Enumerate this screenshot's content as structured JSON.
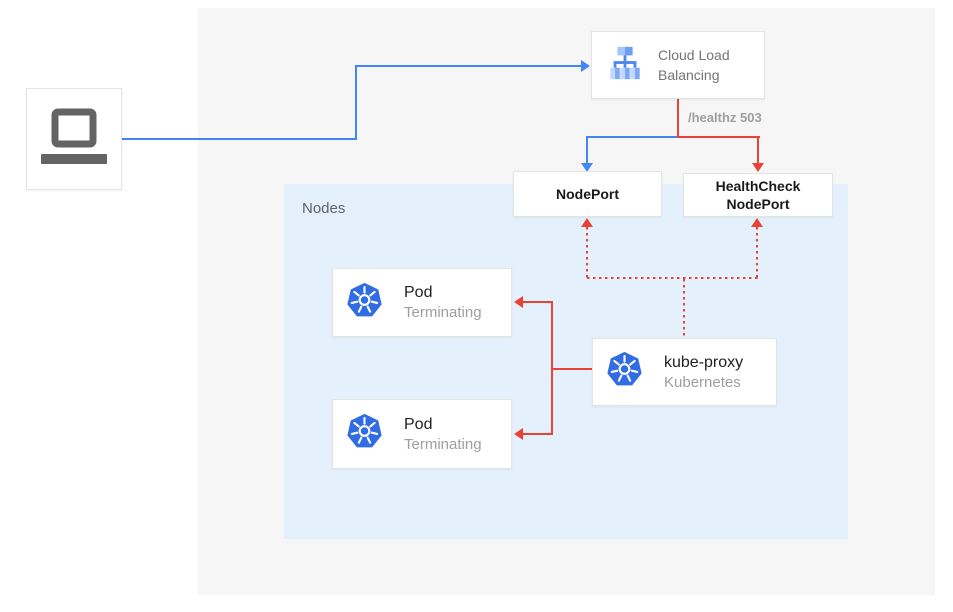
{
  "diagram": {
    "client": {
      "icon": "laptop-icon"
    },
    "cloud_load_balancing": {
      "icon": "cloud-load-balancing-icon",
      "label_line1": "Cloud Load",
      "label_line2": "Balancing"
    },
    "health_check_path_label": "/healthz 503",
    "nodeport": {
      "label": "NodePort"
    },
    "healthcheck_nodeport": {
      "label_line1": "HealthCheck",
      "label_line2": "NodePort"
    },
    "nodes_group": {
      "label": "Nodes"
    },
    "pods": [
      {
        "icon": "kubernetes-icon",
        "title": "Pod",
        "status": "Terminating"
      },
      {
        "icon": "kubernetes-icon",
        "title": "Pod",
        "status": "Terminating"
      }
    ],
    "kube_proxy": {
      "icon": "kubernetes-icon",
      "title": "kube-proxy",
      "subtitle": "Kubernetes"
    }
  },
  "colors": {
    "traffic_blue": "#4285F4",
    "error_red": "#EA4335",
    "kubernetes_blue": "#326CE5",
    "nodes_background": "#E4F1FC",
    "canvas_background": "#F6F6F6",
    "muted_text": "#757575",
    "faint_text": "#9E9E9E",
    "dark_text": "#212121",
    "laptop_gray": "#646464"
  }
}
